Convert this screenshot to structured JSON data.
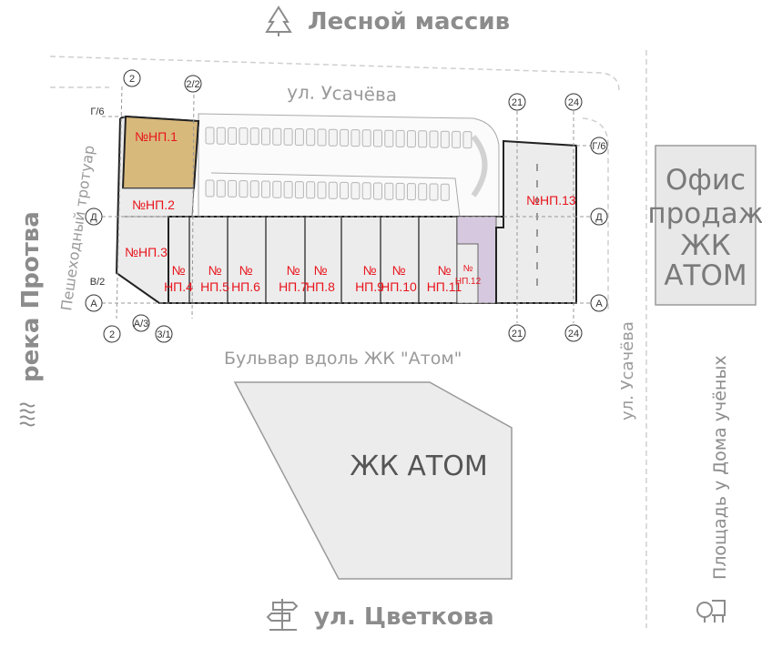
{
  "top_label": "Лесной массив",
  "bottom_label": "ул. Цветкова",
  "left_label": "река Протва",
  "right_label": "Площадь у Дома учёных",
  "streets": {
    "north": "ул. Усачёва",
    "east": "ул. Усачёва",
    "south": "Бульвар вдоль ЖК \"Атом\"",
    "west": "Пешеходный тротуар"
  },
  "office": {
    "lines": [
      "Офис",
      "продаж",
      "ЖК",
      "АТОМ"
    ]
  },
  "complex_label": "ЖК АТОМ",
  "units": [
    {
      "no": "№",
      "id": "НП.1",
      "label": "№НП.1"
    },
    {
      "label": "№НП.2"
    },
    {
      "label": "№НП.3"
    },
    {
      "no": "№",
      "id": "НП.4"
    },
    {
      "no": "№",
      "id": "НП.5"
    },
    {
      "no": "№",
      "id": "НП.6"
    },
    {
      "no": "№",
      "id": "НП.7"
    },
    {
      "no": "№",
      "id": "НП.8"
    },
    {
      "no": "№",
      "id": "НП.9"
    },
    {
      "no": "№",
      "id": "НП.10"
    },
    {
      "no": "№",
      "id": "НП.11"
    },
    {
      "no": "№",
      "id": "НП.12"
    },
    {
      "label": "№НП.13"
    }
  ],
  "axes": {
    "a2": "2",
    "a22": "2/2",
    "a21": "21",
    "a24": "24",
    "g6": "Г/6",
    "d": "Д",
    "v2": "В/2",
    "a": "А",
    "a3": "А/3",
    "z1": "3/1"
  },
  "colors": {
    "sold_unit": "#d8b97c",
    "service": "#d6c8de",
    "unit_fill": "#ececec",
    "label": "#e8141c"
  }
}
